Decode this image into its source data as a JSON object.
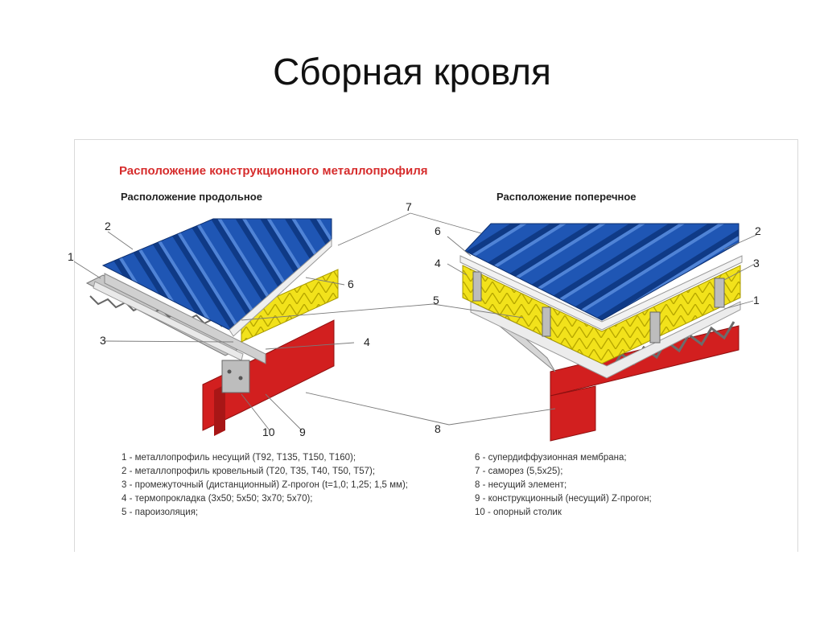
{
  "slide": {
    "title": "Сборная кровля"
  },
  "figure": {
    "title": "Расположение конструкционного металлопрофиля",
    "left_view": {
      "title": "Расположение продольное"
    },
    "right_view": {
      "title": "Расположение поперечное"
    },
    "callouts": {
      "left": [
        "1",
        "2",
        "3",
        "4",
        "6",
        "9",
        "10"
      ],
      "shared": [
        "5",
        "7",
        "8"
      ],
      "right": [
        "6",
        "4",
        "2",
        "3",
        "1"
      ]
    },
    "legend": {
      "left": [
        "1 - металлопрофиль несущий (Т92, Т135, Т150, Т160);",
        "2 - металлопрофиль кровельный (Т20, Т35, Т40, Т50, Т57);",
        "3 - промежуточный (дистанционный) Z-прогон (t=1,0; 1,25; 1,5 мм);",
        "4 - термопрокладка (3х50; 5х50; 3х70; 5х70);",
        "5 - пароизоляция;"
      ],
      "right": [
        "6 - супердиффузионная мембрана;",
        "7 - саморез (5,5х25);",
        "8 - несущий элемент;",
        "9 - конструкционный (несущий) Z-прогон;",
        "10 - опорный столик"
      ]
    },
    "colors": {
      "title_red": "#d62c2c",
      "roof_blue": "#1f56b4",
      "insulation_yellow": "#f2e21b",
      "beam_red": "#d21f1f",
      "steel_grey": "#b8b8b8"
    }
  }
}
